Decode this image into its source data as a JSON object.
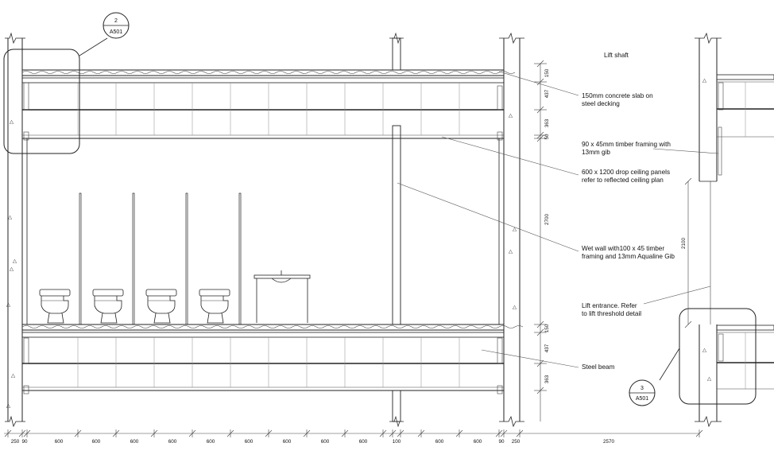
{
  "callouts": {
    "top": {
      "number": "2",
      "sheet": "A501"
    },
    "bottom": {
      "number": "3",
      "sheet": "A501"
    }
  },
  "notes": {
    "lift_shaft": "Lift shaft",
    "slab_line1": "150mm concrete slab on",
    "slab_line2": "steel decking",
    "timber_line1": "90 x 45mm timber framing with",
    "timber_line2": "13mm gib",
    "ceiling_line1": "600 x 1200 drop ceiling panels",
    "ceiling_line2": "refer to reflected ceiling plan",
    "wetwall_line1": "Wet wall with100 x 45 timber",
    "wetwall_line2": "framing and 13mm Aqualine Gib",
    "lift_line1": "Lift entrance. Refer",
    "lift_line2": "to lift threshold detail",
    "steel_beam": "Steel beam"
  },
  "vertical_dims": {
    "upper": [
      "150",
      "437",
      "363",
      "50",
      "2700",
      "150",
      "437",
      "363"
    ],
    "lift": "2100"
  },
  "horizontal_dims": [
    "250",
    "90",
    "600",
    "600",
    "600",
    "600",
    "600",
    "600",
    "600",
    "100",
    "600",
    "600",
    "90",
    "250",
    "2570"
  ]
}
